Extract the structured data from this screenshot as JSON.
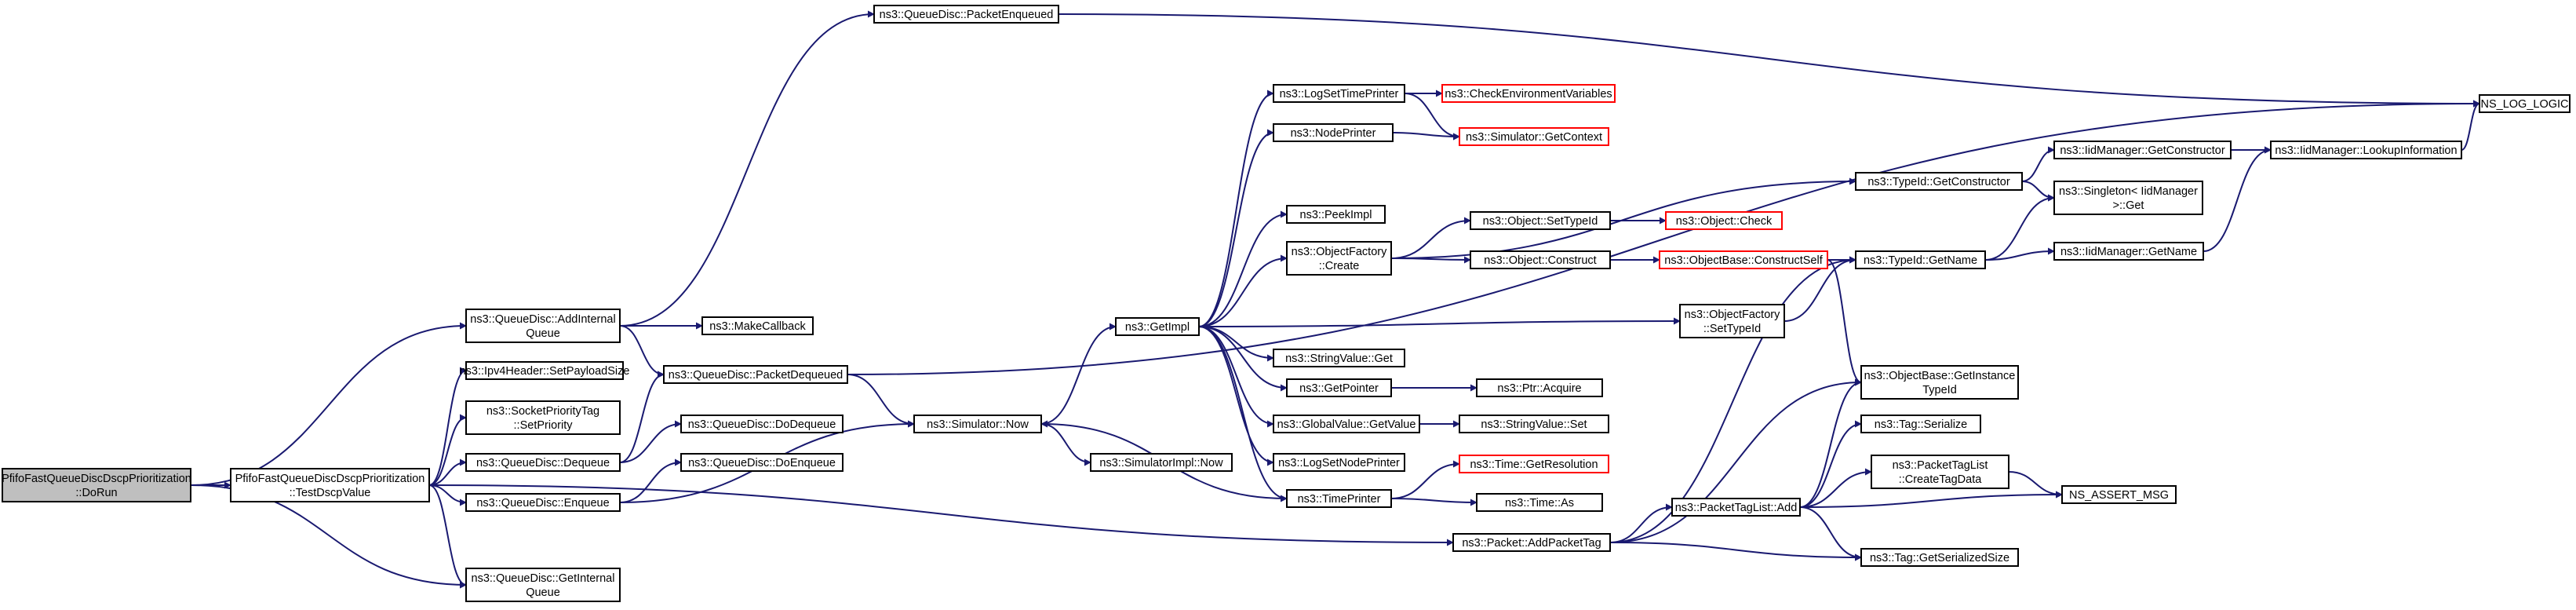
{
  "graph": {
    "nodes": [
      {
        "id": "dorun",
        "lines": [
          "PfifoFastQueueDiscDscpPrioritization",
          "::DoRun"
        ],
        "style": "root"
      },
      {
        "id": "testdscp",
        "lines": [
          "PfifoFastQueueDiscDscpPrioritization",
          "::TestDscpValue"
        ],
        "style": "normal"
      },
      {
        "id": "addinternal",
        "lines": [
          "ns3::QueueDisc::AddInternal",
          "Queue"
        ],
        "style": "normal"
      },
      {
        "id": "getinternal",
        "lines": [
          "ns3::QueueDisc::GetInternal",
          "Queue"
        ],
        "style": "normal"
      },
      {
        "id": "ipv4payload",
        "lines": [
          "ns3::Ipv4Header::SetPayloadSize"
        ],
        "style": "normal"
      },
      {
        "id": "sockprio",
        "lines": [
          "ns3::SocketPriorityTag",
          "::SetPriority"
        ],
        "style": "normal"
      },
      {
        "id": "dequeue",
        "lines": [
          "ns3::QueueDisc::Dequeue"
        ],
        "style": "normal"
      },
      {
        "id": "enqueue",
        "lines": [
          "ns3::QueueDisc::Enqueue"
        ],
        "style": "normal"
      },
      {
        "id": "pktenq",
        "lines": [
          "ns3::QueueDisc::PacketEnqueued"
        ],
        "style": "normal"
      },
      {
        "id": "makecb",
        "lines": [
          "ns3::MakeCallback"
        ],
        "style": "normal"
      },
      {
        "id": "pktdeq",
        "lines": [
          "ns3::QueueDisc::PacketDequeued"
        ],
        "style": "normal"
      },
      {
        "id": "dodequeue",
        "lines": [
          "ns3::QueueDisc::DoDequeue"
        ],
        "style": "normal"
      },
      {
        "id": "doenqueue",
        "lines": [
          "ns3::QueueDisc::DoEnqueue"
        ],
        "style": "normal"
      },
      {
        "id": "simnow",
        "lines": [
          "ns3::Simulator::Now"
        ],
        "style": "normal"
      },
      {
        "id": "simimplnow",
        "lines": [
          "ns3::SimulatorImpl::Now"
        ],
        "style": "normal"
      },
      {
        "id": "getimpl",
        "lines": [
          "ns3::GetImpl"
        ],
        "style": "normal"
      },
      {
        "id": "logsettime",
        "lines": [
          "ns3::LogSetTimePrinter"
        ],
        "style": "normal"
      },
      {
        "id": "nodeprinter",
        "lines": [
          "ns3::NodePrinter"
        ],
        "style": "normal"
      },
      {
        "id": "peekimpl",
        "lines": [
          "ns3::PeekImpl"
        ],
        "style": "normal"
      },
      {
        "id": "objfactcreate",
        "lines": [
          "ns3::ObjectFactory",
          "::Create"
        ],
        "style": "normal"
      },
      {
        "id": "strvalget",
        "lines": [
          "ns3::StringValue::Get"
        ],
        "style": "normal"
      },
      {
        "id": "getpointer",
        "lines": [
          "ns3::GetPointer"
        ],
        "style": "normal"
      },
      {
        "id": "globalvalget",
        "lines": [
          "ns3::GlobalValue::GetValue"
        ],
        "style": "normal"
      },
      {
        "id": "logsetnode",
        "lines": [
          "ns3::LogSetNodePrinter"
        ],
        "style": "normal"
      },
      {
        "id": "timeprinter",
        "lines": [
          "ns3::TimePrinter"
        ],
        "style": "normal"
      },
      {
        "id": "checkenv",
        "lines": [
          "ns3::CheckEnvironmentVariables"
        ],
        "style": "red"
      },
      {
        "id": "simgetctx",
        "lines": [
          "ns3::Simulator::GetContext"
        ],
        "style": "red"
      },
      {
        "id": "objsettypeid",
        "lines": [
          "ns3::Object::SetTypeId"
        ],
        "style": "normal"
      },
      {
        "id": "objcheck",
        "lines": [
          "ns3::Object::Check"
        ],
        "style": "red"
      },
      {
        "id": "objconstruct",
        "lines": [
          "ns3::Object::Construct"
        ],
        "style": "normal"
      },
      {
        "id": "objbaseconstruct",
        "lines": [
          "ns3::ObjectBase::ConstructSelf"
        ],
        "style": "red"
      },
      {
        "id": "ptracquire",
        "lines": [
          "ns3::Ptr::Acquire"
        ],
        "style": "normal"
      },
      {
        "id": "strvalset",
        "lines": [
          "ns3::StringValue::Set"
        ],
        "style": "normal"
      },
      {
        "id": "timegetres",
        "lines": [
          "ns3::Time::GetResolution"
        ],
        "style": "red"
      },
      {
        "id": "timeas",
        "lines": [
          "ns3::Time::As"
        ],
        "style": "normal"
      },
      {
        "id": "typeidgetctor",
        "lines": [
          "ns3::TypeId::GetConstructor"
        ],
        "style": "normal"
      },
      {
        "id": "objfactsettypeid",
        "lines": [
          "ns3::ObjectFactory",
          "::SetTypeId"
        ],
        "style": "normal"
      },
      {
        "id": "addpackettag",
        "lines": [
          "ns3::Packet::AddPacketTag"
        ],
        "style": "normal"
      },
      {
        "id": "typeidgetname",
        "lines": [
          "ns3::TypeId::GetName"
        ],
        "style": "normal"
      },
      {
        "id": "objbasegetinst",
        "lines": [
          "ns3::ObjectBase::GetInstance",
          "TypeId"
        ],
        "style": "normal"
      },
      {
        "id": "tagserialize",
        "lines": [
          "ns3::Tag::Serialize"
        ],
        "style": "normal"
      },
      {
        "id": "pkttaglistadd",
        "lines": [
          "ns3::PacketTagList::Add"
        ],
        "style": "normal"
      },
      {
        "id": "pkttaglistcreate",
        "lines": [
          "ns3::PacketTagList",
          "::CreateTagData"
        ],
        "style": "normal"
      },
      {
        "id": "taggetsersize",
        "lines": [
          "ns3::Tag::GetSerializedSize"
        ],
        "style": "normal"
      },
      {
        "id": "iidgetctor",
        "lines": [
          "ns3::IidManager::GetConstructor"
        ],
        "style": "normal"
      },
      {
        "id": "singletonget",
        "lines": [
          "ns3::Singleton< IidManager",
          " >::Get"
        ],
        "style": "normal"
      },
      {
        "id": "iidgetname",
        "lines": [
          "ns3::IidManager::GetName"
        ],
        "style": "normal"
      },
      {
        "id": "iidlookup",
        "lines": [
          "ns3::IidManager::LookupInformation"
        ],
        "style": "normal"
      },
      {
        "id": "nsloglogic",
        "lines": [
          "NS_LOG_LOGIC"
        ],
        "style": "normal"
      },
      {
        "id": "nsassert",
        "lines": [
          "NS_ASSERT_MSG"
        ],
        "style": "normal"
      }
    ],
    "edges": [
      [
        "dorun",
        "addinternal"
      ],
      [
        "dorun",
        "testdscp"
      ],
      [
        "dorun",
        "getinternal"
      ],
      [
        "addinternal",
        "pktenq"
      ],
      [
        "addinternal",
        "makecb"
      ],
      [
        "addinternal",
        "pktdeq"
      ],
      [
        "testdscp",
        "ipv4payload"
      ],
      [
        "testdscp",
        "sockprio"
      ],
      [
        "testdscp",
        "dequeue"
      ],
      [
        "testdscp",
        "enqueue"
      ],
      [
        "testdscp",
        "getinternal"
      ],
      [
        "testdscp",
        "addpackettag"
      ],
      [
        "dequeue",
        "pktdeq"
      ],
      [
        "dequeue",
        "dodequeue"
      ],
      [
        "enqueue",
        "doenqueue"
      ],
      [
        "enqueue",
        "simnow"
      ],
      [
        "pktenq",
        "nsloglogic"
      ],
      [
        "pktdeq",
        "simnow"
      ],
      [
        "pktdeq",
        "nsloglogic"
      ],
      [
        "simnow",
        "getimpl"
      ],
      [
        "simnow",
        "simimplnow"
      ],
      [
        "getimpl",
        "logsettime"
      ],
      [
        "getimpl",
        "nodeprinter"
      ],
      [
        "getimpl",
        "peekimpl"
      ],
      [
        "getimpl",
        "objfactcreate"
      ],
      [
        "getimpl",
        "strvalget"
      ],
      [
        "getimpl",
        "getpointer"
      ],
      [
        "getimpl",
        "globalvalget"
      ],
      [
        "getimpl",
        "logsetnode"
      ],
      [
        "getimpl",
        "timeprinter"
      ],
      [
        "getimpl",
        "objfactsettypeid"
      ],
      [
        "logsettime",
        "checkenv"
      ],
      [
        "nodeprinter",
        "simgetctx"
      ],
      [
        "logsettime",
        "simgetctx"
      ],
      [
        "objfactcreate",
        "typeidgetctor"
      ],
      [
        "objfactcreate",
        "objsettypeid"
      ],
      [
        "objfactcreate",
        "objconstruct"
      ],
      [
        "objsettypeid",
        "objcheck"
      ],
      [
        "objconstruct",
        "objbaseconstruct"
      ],
      [
        "getpointer",
        "ptracquire"
      ],
      [
        "globalvalget",
        "strvalset"
      ],
      [
        "timeprinter",
        "timegetres"
      ],
      [
        "timeprinter",
        "timeas"
      ],
      [
        "timeprinter",
        "simnow"
      ],
      [
        "typeidgetctor",
        "iidgetctor"
      ],
      [
        "typeidgetctor",
        "singletonget"
      ],
      [
        "objbaseconstruct",
        "typeidgetname"
      ],
      [
        "objbaseconstruct",
        "objbasegetinst"
      ],
      [
        "objfactsettypeid",
        "typeidgetname"
      ],
      [
        "addpackettag",
        "typeidgetname"
      ],
      [
        "addpackettag",
        "objbasegetinst"
      ],
      [
        "addpackettag",
        "pkttaglistadd"
      ],
      [
        "addpackettag",
        "taggetsersize"
      ],
      [
        "pkttaglistadd",
        "objbasegetinst"
      ],
      [
        "pkttaglistadd",
        "tagserialize"
      ],
      [
        "pkttaglistadd",
        "pkttaglistcreate"
      ],
      [
        "pkttaglistadd",
        "nsassert"
      ],
      [
        "pkttaglistadd",
        "taggetsersize"
      ],
      [
        "pkttaglistcreate",
        "nsassert"
      ],
      [
        "typeidgetname",
        "singletonget"
      ],
      [
        "typeidgetname",
        "iidgetname"
      ],
      [
        "iidgetctor",
        "iidlookup"
      ],
      [
        "iidgetname",
        "iidlookup"
      ],
      [
        "iidlookup",
        "nsloglogic"
      ]
    ]
  }
}
